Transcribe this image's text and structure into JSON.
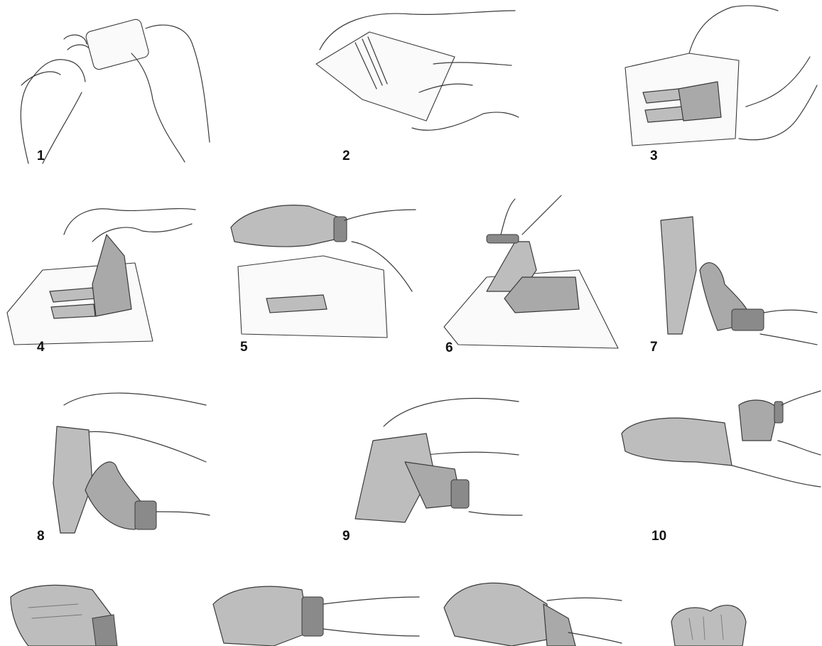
{
  "steps": [
    {
      "number": "1",
      "icon": "hands-opening-glove-package-illustration"
    },
    {
      "number": "2",
      "icon": "peeling-outer-wrapper-illustration"
    },
    {
      "number": "3",
      "icon": "unfolding-inner-wrapper-illustration"
    },
    {
      "number": "4",
      "icon": "lifting-first-glove-by-cuff-illustration"
    },
    {
      "number": "5",
      "icon": "first-glove-on-hand-illustration"
    },
    {
      "number": "6",
      "icon": "gloved-fingers-under-second-cuff-illustration"
    },
    {
      "number": "7",
      "icon": "holding-second-glove-illustration"
    },
    {
      "number": "8",
      "icon": "inserting-second-hand-illustration"
    },
    {
      "number": "9",
      "icon": "pulling-second-glove-on-illustration"
    },
    {
      "number": "10",
      "icon": "unrolling-cuff-over-wrist-illustration"
    },
    {
      "number": "",
      "icon": "adjusting-fingers-illustration"
    },
    {
      "number": "",
      "icon": "adjusting-glove-fit-illustration"
    },
    {
      "number": "",
      "icon": "smoothing-cuff-illustration"
    },
    {
      "number": "",
      "icon": "gloved-hands-clasped-illustration"
    }
  ],
  "colors": {
    "glove": "#bdbdbd",
    "line": "#3a3a3a",
    "background": "#ffffff"
  }
}
